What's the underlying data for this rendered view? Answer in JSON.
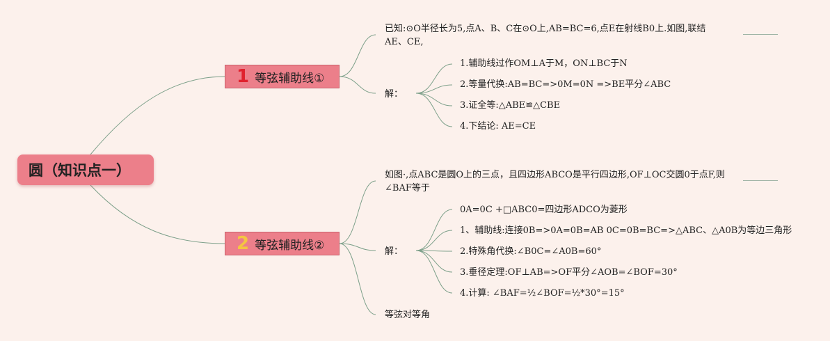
{
  "root": {
    "label": "圆（知识点一）"
  },
  "branches": [
    {
      "number": "1",
      "label": "等弦辅助线①",
      "problem": "已知:⊙O半径长为5,点A、B、C在⊙O上,AB=BC=6,点E在射线B0上.如图,联结AE、CE,",
      "solution_label": "解：",
      "steps": [
        "1.辅助线过作OM⊥A于M，ON⊥BC于N",
        "2.等量代换:AB=BC=>0M=0N =>BE平分∠ABC",
        "3.证全等:△ABE≌△CBE",
        "4.下结论: AE=CE"
      ]
    },
    {
      "number": "2",
      "label": "等弦辅助线②",
      "problem": "如图·,点ABC是圆O上的三点，且四边形ABCO是平行四边形,OF⊥OC交圆0于点F,则∠BAF等于",
      "solution_label": "解：",
      "steps": [
        "0A=0C +□ABC0=四边形ADCO为菱形",
        "1、辅助线:连接0B=>0A=0B=AB 0C=0B=BC=>△ABC、△A0B为等边三角形",
        "2.特殊角代换:∠B0C=∠A0B=60°",
        "3.垂径定理:OF⊥AB=>OF平分∠AOB=∠BOF=30°",
        "4.计算: ∠BAF=½∠BOF=½*30°=15°"
      ],
      "extra": "等弦对等角"
    }
  ],
  "colors": {
    "node": "#ec7f8a",
    "line": "#7da08a",
    "background": "#fcf1ec"
  }
}
